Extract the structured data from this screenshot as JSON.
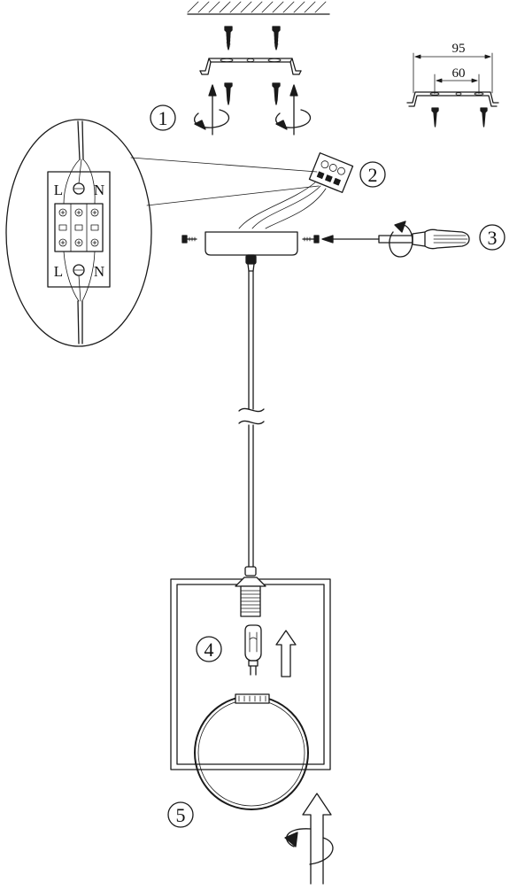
{
  "steps": [
    "1",
    "2",
    "3",
    "4",
    "5"
  ],
  "dimensions": {
    "outer": "95",
    "inner": "60"
  },
  "terminals": {
    "left": "L",
    "right": "N"
  },
  "colors": {
    "line": "#1a1a1a",
    "background": "#ffffff"
  }
}
